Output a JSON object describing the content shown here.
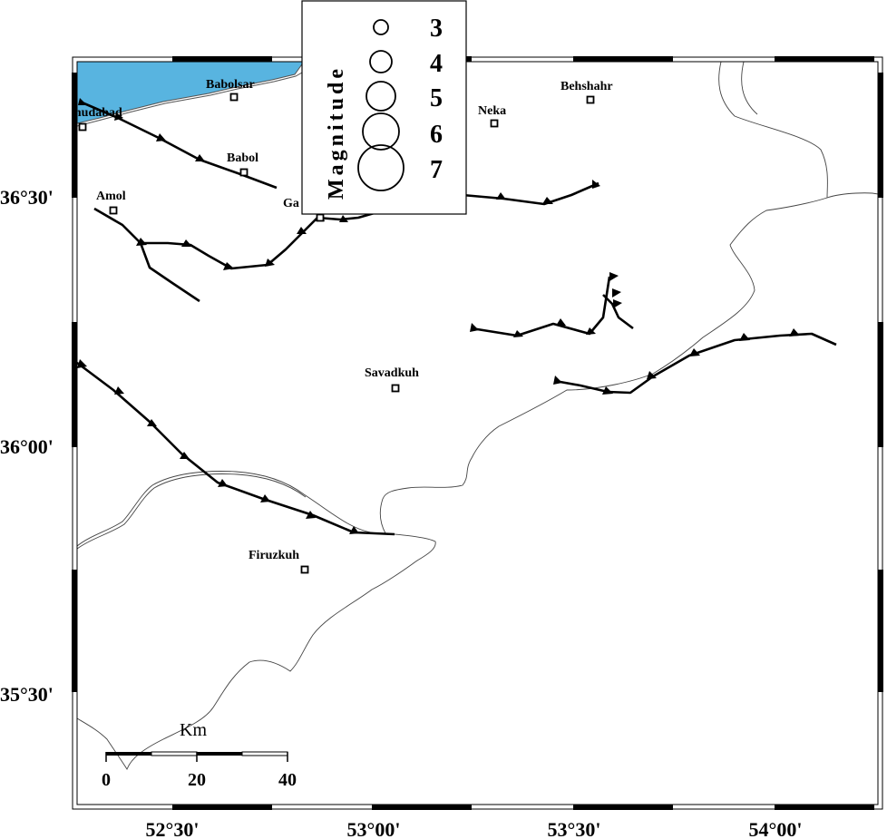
{
  "map": {
    "sea_color": "#58b4e0",
    "frame_color": "#000000",
    "longitude_labels": [
      "52°30'",
      "53°00'",
      "53°30'",
      "54°00'"
    ],
    "latitude_labels": [
      "36°30'",
      "36°00'",
      "35°30'"
    ]
  },
  "cities": [
    {
      "id": "babolsar",
      "name": "Babolsar"
    },
    {
      "id": "behshahr",
      "name": "Behshahr"
    },
    {
      "id": "neka",
      "name": "Neka"
    },
    {
      "id": "mahmudabad",
      "name": "Mahmudabad"
    },
    {
      "id": "babol",
      "name": "Babol"
    },
    {
      "id": "amol",
      "name": "Amol"
    },
    {
      "id": "ghaemshahr",
      "name": "Ga"
    },
    {
      "id": "savadkuh",
      "name": "Savadkuh"
    },
    {
      "id": "firuzkuh",
      "name": "Firuzkuh"
    }
  ],
  "legend": {
    "title": "Magnitude",
    "magnitudes": [
      "3",
      "4",
      "5",
      "6",
      "7"
    ]
  },
  "scale_bar": {
    "unit": "Km",
    "ticks": [
      "0",
      "20",
      "40"
    ]
  }
}
